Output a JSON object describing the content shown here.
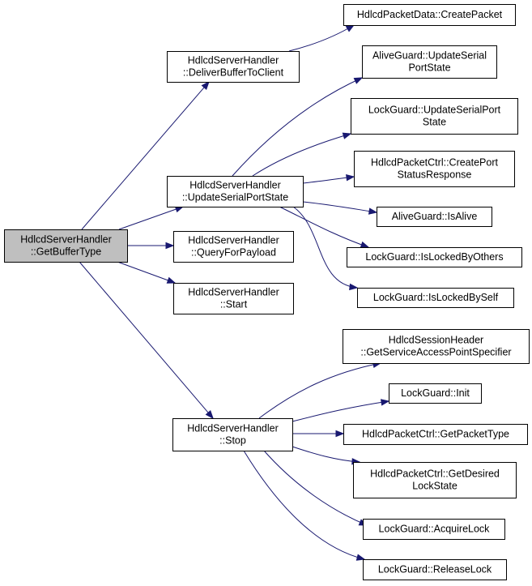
{
  "colors": {
    "edge": "#191970",
    "root_fill": "#bfbfbf",
    "node_fill": "#ffffff",
    "border": "#000000"
  },
  "nodes": [
    {
      "id": "root",
      "lines": [
        "HdlcdServerHandler",
        "::GetBufferType"
      ],
      "root": true
    },
    {
      "id": "deliver",
      "lines": [
        "HdlcdServerHandler",
        "::DeliverBufferToClient"
      ]
    },
    {
      "id": "update",
      "lines": [
        "HdlcdServerHandler",
        "::UpdateSerialPortState"
      ]
    },
    {
      "id": "query",
      "lines": [
        "HdlcdServerHandler",
        "::QueryForPayload"
      ]
    },
    {
      "id": "start",
      "lines": [
        "HdlcdServerHandler",
        "::Start"
      ]
    },
    {
      "id": "stop",
      "lines": [
        "HdlcdServerHandler",
        "::Stop"
      ]
    },
    {
      "id": "createpacket",
      "lines": [
        "HdlcdPacketData::CreatePacket"
      ]
    },
    {
      "id": "alive_usps",
      "lines": [
        "AliveGuard::UpdateSerial",
        "PortState"
      ]
    },
    {
      "id": "lock_usps",
      "lines": [
        "LockGuard::UpdateSerialPort",
        "State"
      ]
    },
    {
      "id": "cpsr",
      "lines": [
        "HdlcdPacketCtrl::CreatePort",
        "StatusResponse"
      ]
    },
    {
      "id": "isalive",
      "lines": [
        "AliveGuard::IsAlive"
      ]
    },
    {
      "id": "lockedothers",
      "lines": [
        "LockGuard::IsLockedByOthers"
      ]
    },
    {
      "id": "lockedself",
      "lines": [
        "LockGuard::IsLockedBySelf"
      ]
    },
    {
      "id": "gsap",
      "lines": [
        "HdlcdSessionHeader",
        "::GetServiceAccessPointSpecifier"
      ]
    },
    {
      "id": "init",
      "lines": [
        "LockGuard::Init"
      ]
    },
    {
      "id": "getpackettype",
      "lines": [
        "HdlcdPacketCtrl::GetPacketType"
      ]
    },
    {
      "id": "desired",
      "lines": [
        "HdlcdPacketCtrl::GetDesired",
        "LockState"
      ]
    },
    {
      "id": "acquire",
      "lines": [
        "LockGuard::AcquireLock"
      ]
    },
    {
      "id": "release",
      "lines": [
        "LockGuard::ReleaseLock"
      ]
    }
  ],
  "edges": [
    {
      "from": "root",
      "to": "deliver"
    },
    {
      "from": "root",
      "to": "update"
    },
    {
      "from": "root",
      "to": "query"
    },
    {
      "from": "root",
      "to": "start"
    },
    {
      "from": "root",
      "to": "stop"
    },
    {
      "from": "deliver",
      "to": "createpacket"
    },
    {
      "from": "update",
      "to": "alive_usps"
    },
    {
      "from": "update",
      "to": "lock_usps"
    },
    {
      "from": "update",
      "to": "cpsr"
    },
    {
      "from": "update",
      "to": "isalive"
    },
    {
      "from": "update",
      "to": "lockedothers"
    },
    {
      "from": "update",
      "to": "lockedself"
    },
    {
      "from": "stop",
      "to": "gsap"
    },
    {
      "from": "stop",
      "to": "init"
    },
    {
      "from": "stop",
      "to": "getpackettype"
    },
    {
      "from": "stop",
      "to": "desired"
    },
    {
      "from": "stop",
      "to": "acquire"
    },
    {
      "from": "stop",
      "to": "release"
    }
  ]
}
